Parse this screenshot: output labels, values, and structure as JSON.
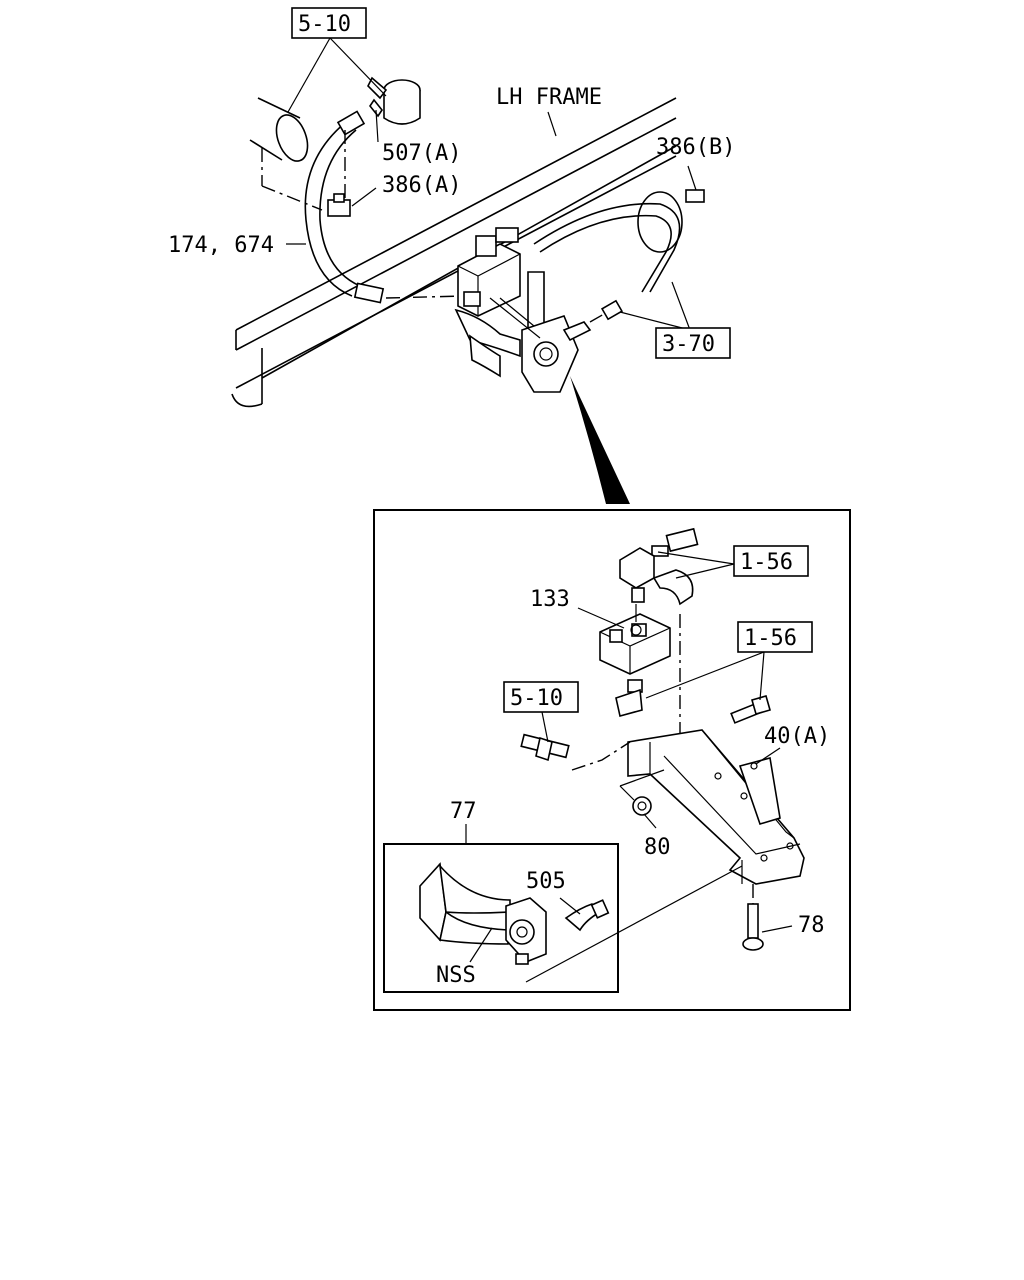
{
  "labels": {
    "ref_5_10_top": "5-10",
    "part_507a": "507(A)",
    "part_386a": "386(A)",
    "part_174_674": "174, 674",
    "lh_frame": "LH FRAME",
    "part_386b": "386(B)",
    "ref_3_70": "3-70",
    "ref_1_56_a": "1-56",
    "part_133": "133",
    "ref_1_56_b": "1-56",
    "ref_5_10_inset": "5-10",
    "part_40a": "40(A)",
    "part_80": "80",
    "part_77": "77",
    "part_505": "505",
    "part_78": "78",
    "nss": "NSS"
  }
}
